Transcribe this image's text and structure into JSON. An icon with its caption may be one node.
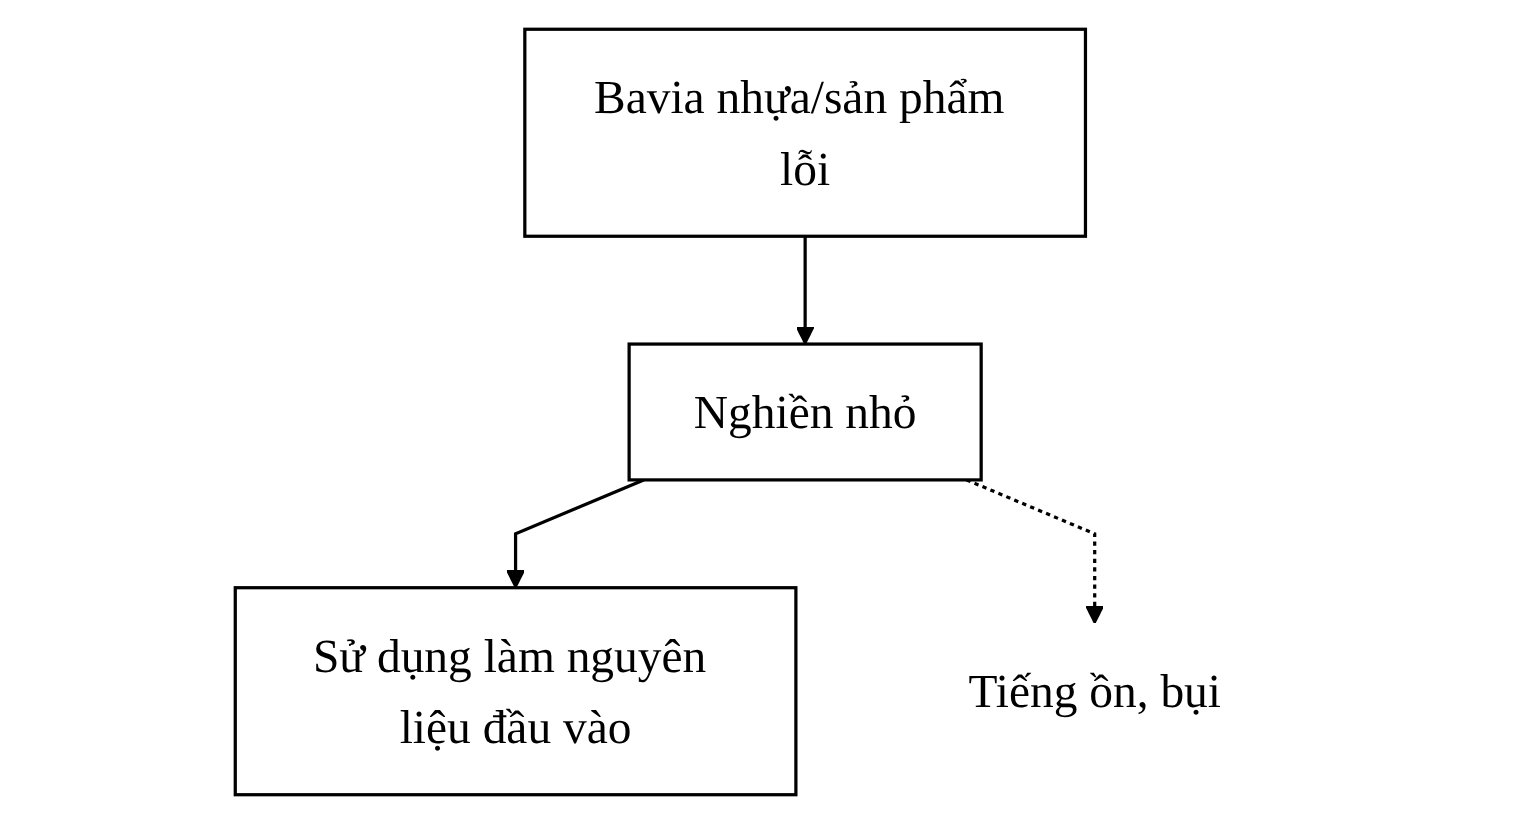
{
  "diagram": {
    "nodes": [
      {
        "text": [
          "Bavia nhựa/sản phẩm lỗi"
        ]
      },
      {
        "text": [
          "Nghiền nhỏ"
        ]
      },
      {
        "text": [
          "Sử dụng làm nguyên liệu đầu vào"
        ]
      },
      {
        "text": [
          "Tiếng ồn, bụi"
        ]
      }
    ],
    "edges": [
      {
        "from": 0,
        "to": 1,
        "arrow": "to"
      },
      {
        "from": 1,
        "to": 2,
        "arrow": "to"
      },
      {
        "from": 1,
        "to": 3,
        "arrow": "to",
        "style": "dashed"
      }
    ]
  }
}
